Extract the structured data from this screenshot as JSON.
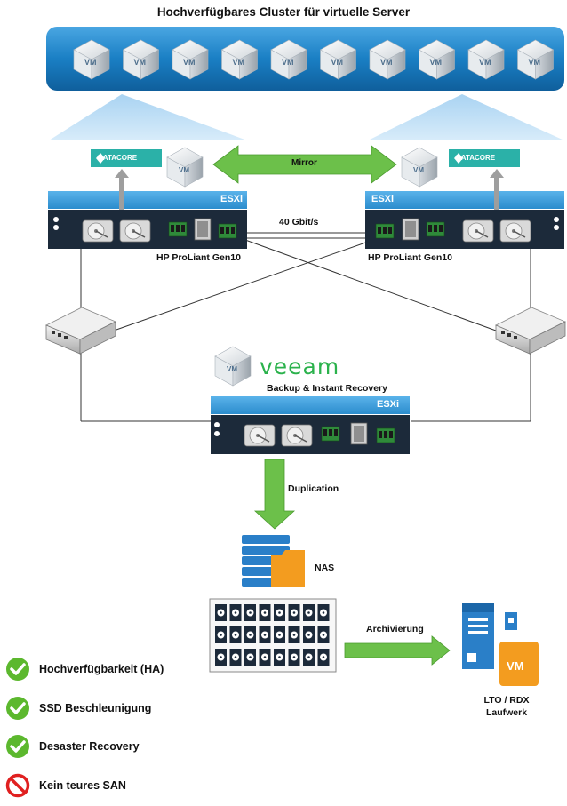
{
  "title": "Hochverfügbares Cluster für virtuelle Server",
  "vm_label": "VM",
  "vm_count": 10,
  "datacore_label": "DATACORE",
  "mirror_label": "Mirror",
  "esxi_label": "ESXi",
  "link_speed": "40 Gbit/s",
  "server_left_label": "HP ProLiant Gen10",
  "server_right_label": "HP ProLiant Gen10",
  "veeam_label": "veeam",
  "backup_label": "Backup & Instant Recovery",
  "duplication_label": "Duplication",
  "nas_label": "NAS",
  "archive_label": "Archivierung",
  "tape_label_line1": "LTO / RDX",
  "tape_label_line2": "Laufwerk",
  "features": [
    {
      "text": "Hochverfügbarkeit (HA)",
      "status": "check"
    },
    {
      "text": "SSD Beschleunigung",
      "status": "check"
    },
    {
      "text": "Desaster Recovery",
      "status": "check"
    },
    {
      "text": "Kein teures SAN",
      "status": "forbidden"
    }
  ],
  "colors": {
    "cluster_blue": "#1a7fc4",
    "esxi_bar": "#3a9ad9",
    "server_dark": "#1c2a3a",
    "arrow_green": "#6cc04a",
    "datacore_teal": "#2bb1a8",
    "nas_blue": "#2a7fc8",
    "nas_orange": "#f39c1f",
    "check_green": "#5cb82e",
    "forbidden_red": "#e02020"
  }
}
